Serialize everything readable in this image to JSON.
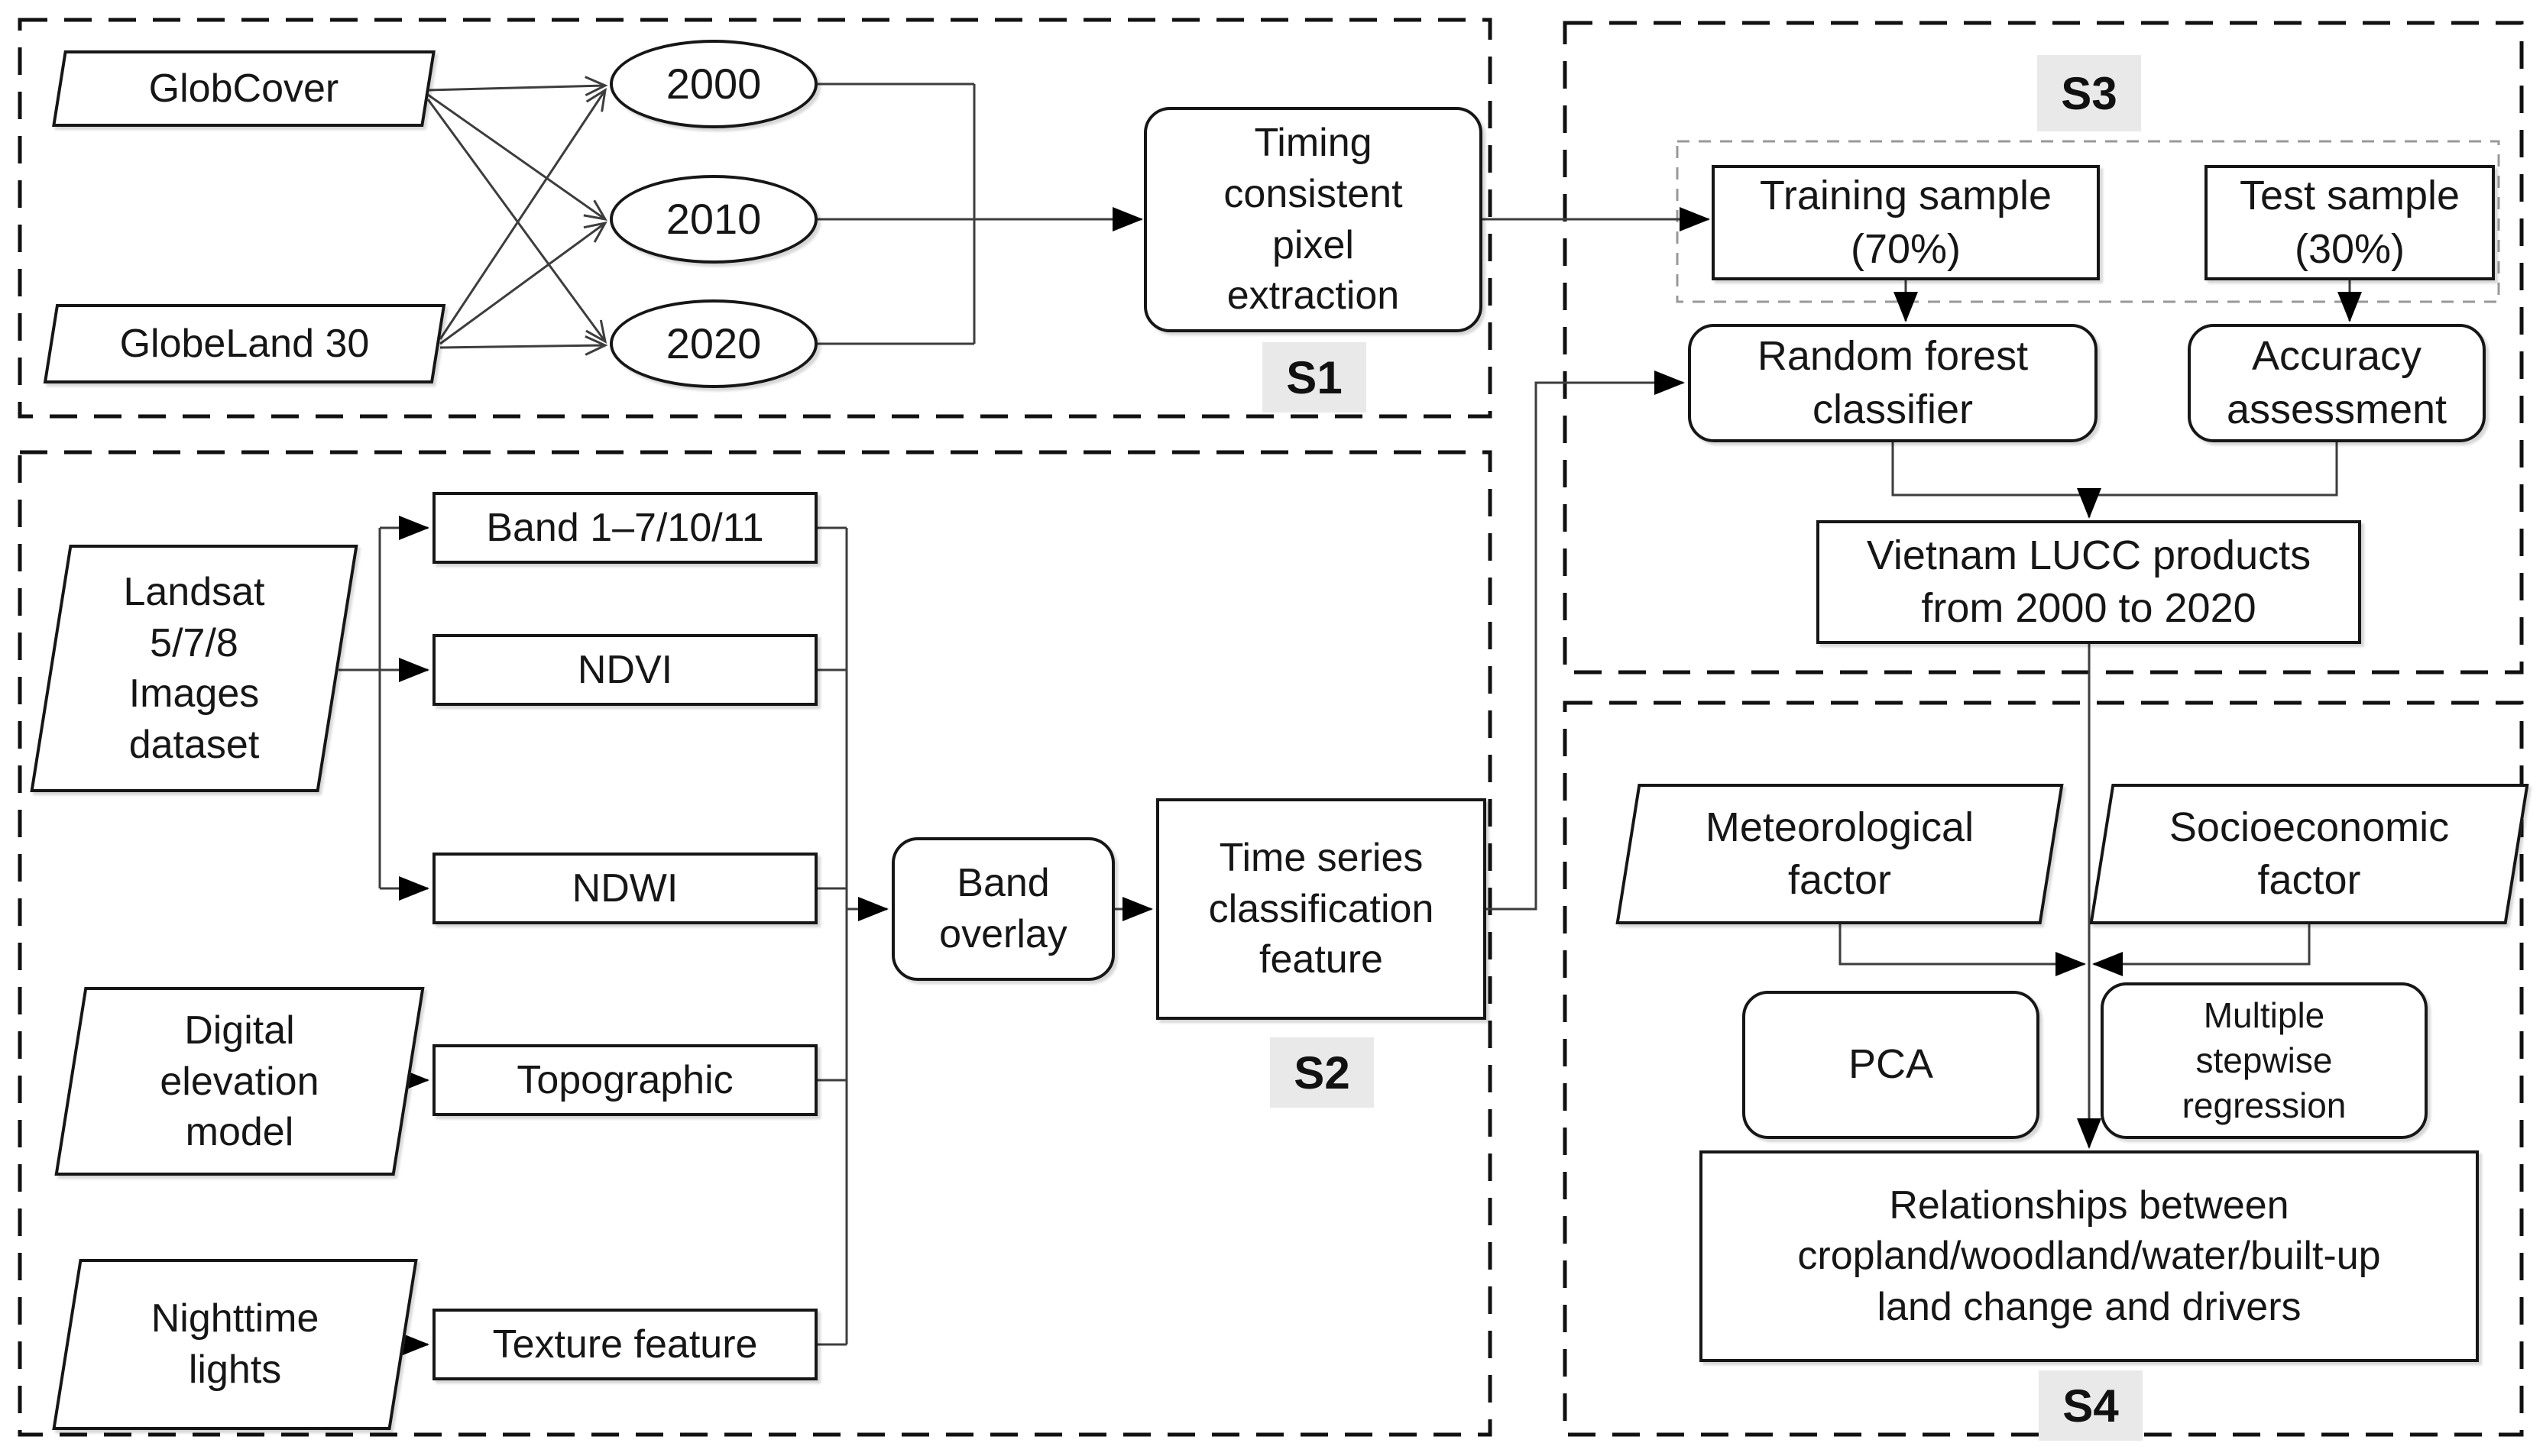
{
  "colors": {
    "box_border": "#161616",
    "connector": "#3d3d3d",
    "arrowhead": "#000000",
    "stage_tag_bg": "#e9e9e9",
    "inner_group_dash": "#999999",
    "background": "#ffffff"
  },
  "s1": {
    "tag": "S1",
    "globcover": "GlobCover",
    "globeland": "GlobeLand 30",
    "years": [
      "2000",
      "2010",
      "2020"
    ],
    "timing": {
      "lines": [
        "Timing",
        "consistent",
        "pixel",
        "extraction"
      ]
    }
  },
  "s2": {
    "tag": "S2",
    "landsat": {
      "lines": [
        "Landsat",
        "5/7/8",
        "Images",
        "dataset"
      ]
    },
    "dem": {
      "lines": [
        "Digital",
        "elevation",
        "model"
      ]
    },
    "nighttime": {
      "lines": [
        "Nighttime",
        "lights"
      ]
    },
    "band": "Band 1–7/10/11",
    "ndvi": "NDVI",
    "ndwi": "NDWI",
    "topographic": "Topographic",
    "texture": "Texture feature",
    "band_overlay": {
      "lines": [
        "Band",
        "overlay"
      ]
    },
    "time_series": {
      "lines": [
        "Time series",
        "classification",
        "feature"
      ]
    }
  },
  "s3": {
    "tag": "S3",
    "training": {
      "lines": [
        "Training sample",
        "(70%)"
      ]
    },
    "test": {
      "lines": [
        "Test sample",
        "(30%)"
      ]
    },
    "random_forest": {
      "lines": [
        "Random forest",
        "classifier"
      ]
    },
    "accuracy": {
      "lines": [
        "Accuracy",
        "assessment"
      ]
    },
    "vietnam": {
      "lines": [
        "Vietnam LUCC products",
        "from 2000 to 2020"
      ]
    }
  },
  "s4": {
    "tag": "S4",
    "meteorological": {
      "lines": [
        "Meteorological",
        "factor"
      ]
    },
    "socioeconomic": {
      "lines": [
        "Socioeconomic",
        "factor"
      ]
    },
    "pca": "PCA",
    "msr": {
      "lines": [
        "Multiple",
        "stepwise",
        "regression"
      ]
    },
    "relationships": {
      "lines": [
        "Relationships between",
        "cropland/woodland/water/built-up",
        "land change and drivers"
      ]
    }
  }
}
